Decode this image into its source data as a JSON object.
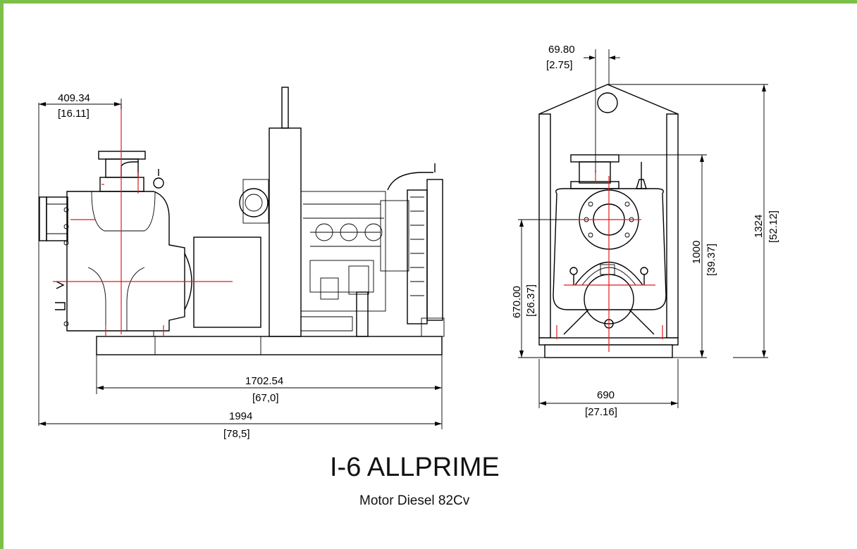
{
  "title": "I-6 ALLPRIME",
  "subtitle": "Motor Diesel 82Cv",
  "colors": {
    "frame": "#7cc04a",
    "centerline": "#e21b1b",
    "line": "#000000"
  },
  "dimensions": {
    "suction_offset": {
      "mm": "409.34",
      "inch": "[16.11]"
    },
    "base_length": {
      "mm": "1702.54",
      "inch": "[67,0]"
    },
    "overall_length": {
      "mm": "1994",
      "inch": "[78,5]"
    },
    "discharge_offset": {
      "mm": "69.80",
      "inch": "[2.75]"
    },
    "suction_height": {
      "mm": "670.00",
      "inch": "[26.37]"
    },
    "discharge_height": {
      "mm": "1000",
      "inch": "[39.37]"
    },
    "overall_height": {
      "mm": "1324",
      "inch": "[52.12]"
    },
    "base_width": {
      "mm": "690",
      "inch": "[27.16]"
    }
  }
}
